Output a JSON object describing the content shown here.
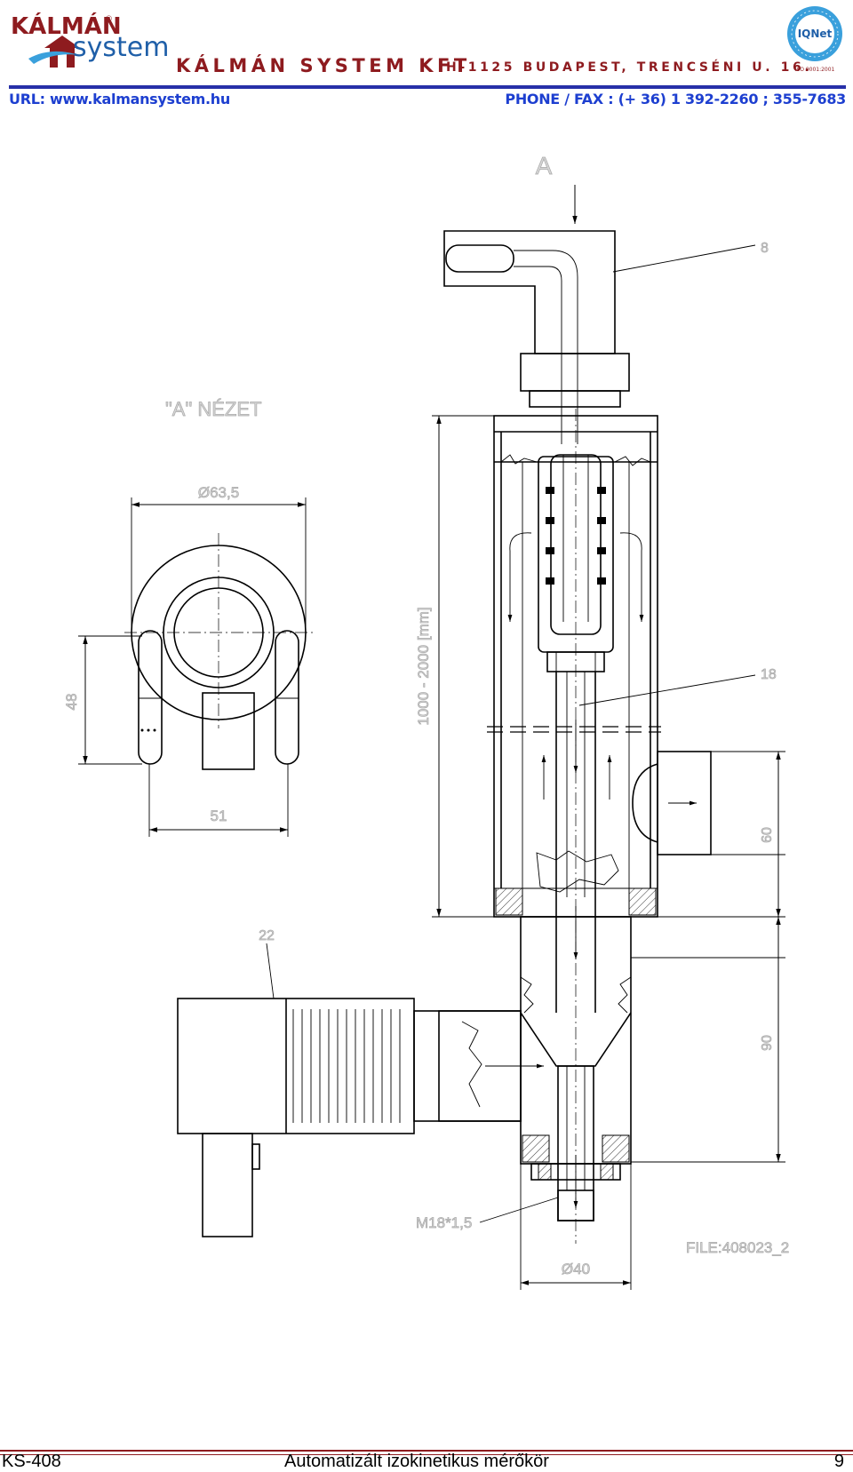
{
  "header": {
    "logo_top": "KÁLMÁN",
    "logo_bottom": "system",
    "registered_mark": "®",
    "company_name": "KÁLMÁN SYSTEM KFT",
    "address": "H-1125 BUDAPEST, TRENCSÉNI U. 16.",
    "url": "URL: www.kalmansystem.hu",
    "phone": "PHONE / FAX : (+ 36) 1 392-2260 ; 355-7683",
    "cert_name": "IQNet",
    "cert_standard": "ISO 9001:2001",
    "colors": {
      "brand": "#8e1b1f",
      "link": "#1d3fd0",
      "rule": "#2730a8",
      "seal": "#3aa0dc"
    }
  },
  "drawing": {
    "view_arrow_label": "A",
    "view_title": "\"A\" NÉZET",
    "dim_outer_diameter": "Ø63,5",
    "dim_height_48": "48",
    "dim_width_51": "51",
    "dim_length_range": "1000 - 2000 [mm]",
    "callout_8": "8",
    "callout_18": "18",
    "callout_22": "22",
    "dim_60": "60",
    "dim_90": "90",
    "thread_label": "M18*1,5",
    "dim_bottom_diameter": "Ø40",
    "file_label": "FILE:408023_2"
  },
  "footer": {
    "code": "KS-408",
    "title": "Automatizált izokinetikus mérőkör",
    "page": "9"
  }
}
